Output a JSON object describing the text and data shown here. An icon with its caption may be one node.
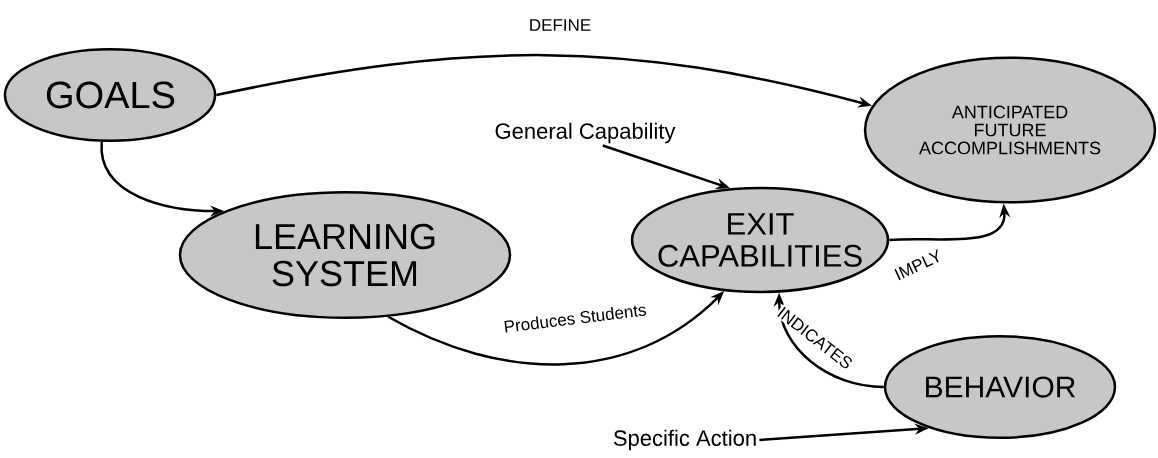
{
  "diagram": {
    "nodes": [
      {
        "text": [
          "GOALS"
        ]
      },
      {
        "text": [
          "ANTICIPATED FUTURE ACCOMPLISHMENTS"
        ]
      },
      {
        "text": [
          "General Capability"
        ]
      },
      {
        "text": [
          "LEARNING SYSTEM"
        ]
      },
      {
        "text": [
          "EXIT CAPABILITIES"
        ]
      },
      {
        "text": [
          "BEHAVIOR"
        ]
      },
      {
        "text": [
          "Specific Action"
        ]
      }
    ],
    "edges": [
      {
        "from": 0,
        "to": 1,
        "arrow": "to",
        "label": "DEFINE"
      },
      {
        "from": 0,
        "to": 3,
        "arrow": "to"
      },
      {
        "from": 2,
        "to": 4,
        "arrow": "to"
      },
      {
        "from": 3,
        "to": 4,
        "arrow": "to",
        "label": "Produces Students"
      },
      {
        "from": 4,
        "to": 1,
        "arrow": "to",
        "label": "IMPLY"
      },
      {
        "from": 5,
        "to": 4,
        "arrow": "to",
        "label": "INDICATES"
      },
      {
        "from": 6,
        "to": 5,
        "arrow": "to"
      }
    ]
  }
}
